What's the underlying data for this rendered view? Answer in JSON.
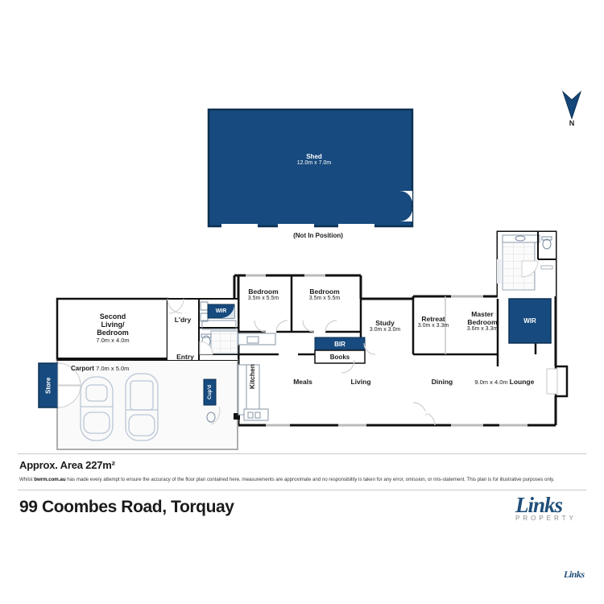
{
  "document": {
    "title": "99 Coombes Road, Torquay",
    "area_label": "Approx. Area 227m²",
    "disclaimer_prefix": "Whilst ",
    "disclaimer_bold": "bwrm.com.au",
    "disclaimer_rest": " has made every attempt to ensure the accuracy of the floor plan contained here, measurements are approximate and no responsibility is taken for any error, omission, or mis-statement. This plan is for illustrative purposes only.",
    "watermark": "Links"
  },
  "brand": {
    "logo_name": "Links",
    "logo_sub": "PROPERTY"
  },
  "compass": {
    "letter": "N",
    "icon": "north-arrow-icon"
  },
  "shed": {
    "name": "Shed",
    "dimensions": "12.0m x 7.0m",
    "note": "(Not In Position)"
  },
  "rooms": [
    {
      "key": "second_living",
      "name": "Second Living/ Bedroom",
      "name_lines": [
        "Second",
        "Living/",
        "Bedroom"
      ],
      "dimensions": "7.0m x 4.0m"
    },
    {
      "key": "bedroom_2",
      "name": "Bedroom",
      "dimensions": "3.5m x 5.5m"
    },
    {
      "key": "bedroom_3",
      "name": "Bedroom",
      "dimensions": "3.5m x 5.5m"
    },
    {
      "key": "study",
      "name": "Study",
      "dimensions": "3.0m x 3.0m"
    },
    {
      "key": "retreat",
      "name": "Retreat",
      "dimensions": "3.0m x 3.3m"
    },
    {
      "key": "master_bedroom",
      "name": "Master Bedroom",
      "name_lines": [
        "Master",
        "Bedroom"
      ],
      "dimensions": "3.6m x 3.3m"
    },
    {
      "key": "carport",
      "name": "Carport",
      "dimensions": "7.0m x 5.0m"
    },
    {
      "key": "dining",
      "name": "Dining",
      "dimensions": "9.0m x 4.0m"
    },
    {
      "key": "lounge",
      "name": "Lounge",
      "dimensions": ""
    },
    {
      "key": "living",
      "name": "Living",
      "dimensions": ""
    },
    {
      "key": "meals",
      "name": "Meals",
      "dimensions": ""
    },
    {
      "key": "kitchen",
      "name": "Kitchen",
      "dimensions": ""
    },
    {
      "key": "entry",
      "name": "Entry",
      "dimensions": ""
    },
    {
      "key": "laundry",
      "name": "L'dry",
      "dimensions": ""
    }
  ],
  "storage": [
    {
      "key": "wir_hall",
      "label": "WIR"
    },
    {
      "key": "wir_master",
      "label": "WIR"
    },
    {
      "key": "bir",
      "label": "BIR"
    },
    {
      "key": "books",
      "label": "Books"
    },
    {
      "key": "cupboard",
      "label": "Cup'd"
    },
    {
      "key": "store",
      "label": "Store"
    }
  ],
  "colors": {
    "navy": "#174a7e",
    "wall": "#111111",
    "light_wall": "#9a9a9a",
    "text": "#1b1b1b"
  }
}
